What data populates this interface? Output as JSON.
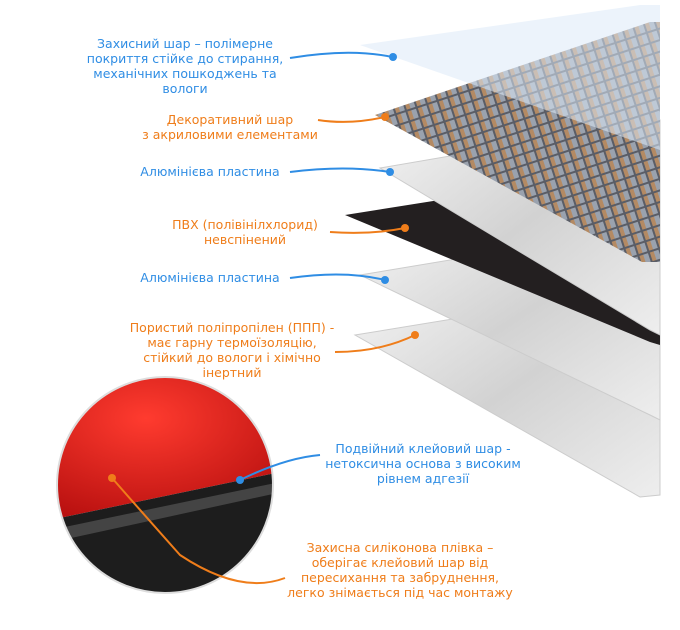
{
  "colors": {
    "blue": "#2f8de4",
    "orange": "#ef7d1a"
  },
  "labels": [
    {
      "id": "protective-layer",
      "color": "blue",
      "text": "Захисний шар – полімерне\nпокриття стійке до стирання,\nмеханічних пошкоджень та\nвологи"
    },
    {
      "id": "decorative-layer",
      "color": "orange",
      "text": "Декоративний шар\nз акриловими елементами"
    },
    {
      "id": "aluminum-plate-1",
      "color": "blue",
      "text": "Алюмінієва пластина"
    },
    {
      "id": "pvc-layer",
      "color": "orange",
      "text": "ПВХ (полівінілхлорид)\nневспінений"
    },
    {
      "id": "aluminum-plate-2",
      "color": "blue",
      "text": "Алюмінієва пластина"
    },
    {
      "id": "polypropylene-layer",
      "color": "orange",
      "text": "Пористий поліпропілен (ППП) -\nмає гарну термоїзоляцію,\nстійкий до вологи і хімічно\nінертний"
    },
    {
      "id": "adhesive-layer",
      "color": "blue",
      "text": "Подвійний клейовий шар -\nнетоксична основа з високим\nрівнем адгезії"
    },
    {
      "id": "silicone-film",
      "color": "orange",
      "text": "Захисна силіконова плівка –\nоберігає клейовий шар від\nпересихання та забруднення,\nлегко знімається під час монтажу"
    }
  ]
}
